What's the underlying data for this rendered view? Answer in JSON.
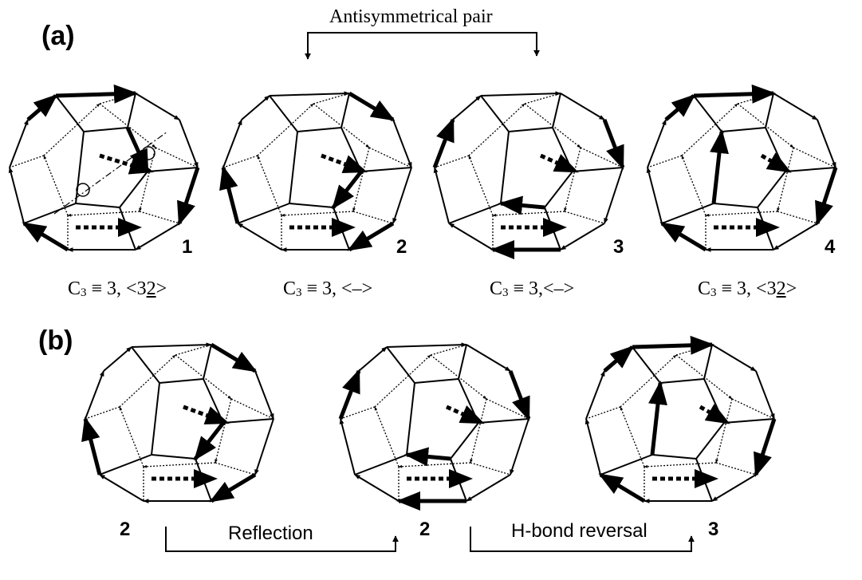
{
  "panel_a": {
    "label": "(a)",
    "top_annotation": "Antisymmetrical pair",
    "structures": [
      {
        "number": "1",
        "symmetry": "C",
        "subscript": "3",
        "rest": " ≡ 3, <3",
        "underlined": "2",
        "tail": ">"
      },
      {
        "number": "2",
        "symmetry": "C",
        "subscript": "3",
        "rest": " ≡ 3, <–>",
        "underlined": "",
        "tail": ""
      },
      {
        "number": "3",
        "symmetry": "C",
        "subscript": "3",
        "rest": " ≡ 3,<–>",
        "underlined": "",
        "tail": ""
      },
      {
        "number": "4",
        "symmetry": "C",
        "subscript": "3",
        "rest": " ≡ 3, <3",
        "underlined": "2",
        "tail": ">"
      }
    ]
  },
  "panel_b": {
    "label": "(b)",
    "structures": [
      {
        "number": "2"
      },
      {
        "number": "2"
      },
      {
        "number": "3"
      }
    ],
    "arrow_labels": [
      "Reflection",
      "H-bond reversal"
    ]
  }
}
